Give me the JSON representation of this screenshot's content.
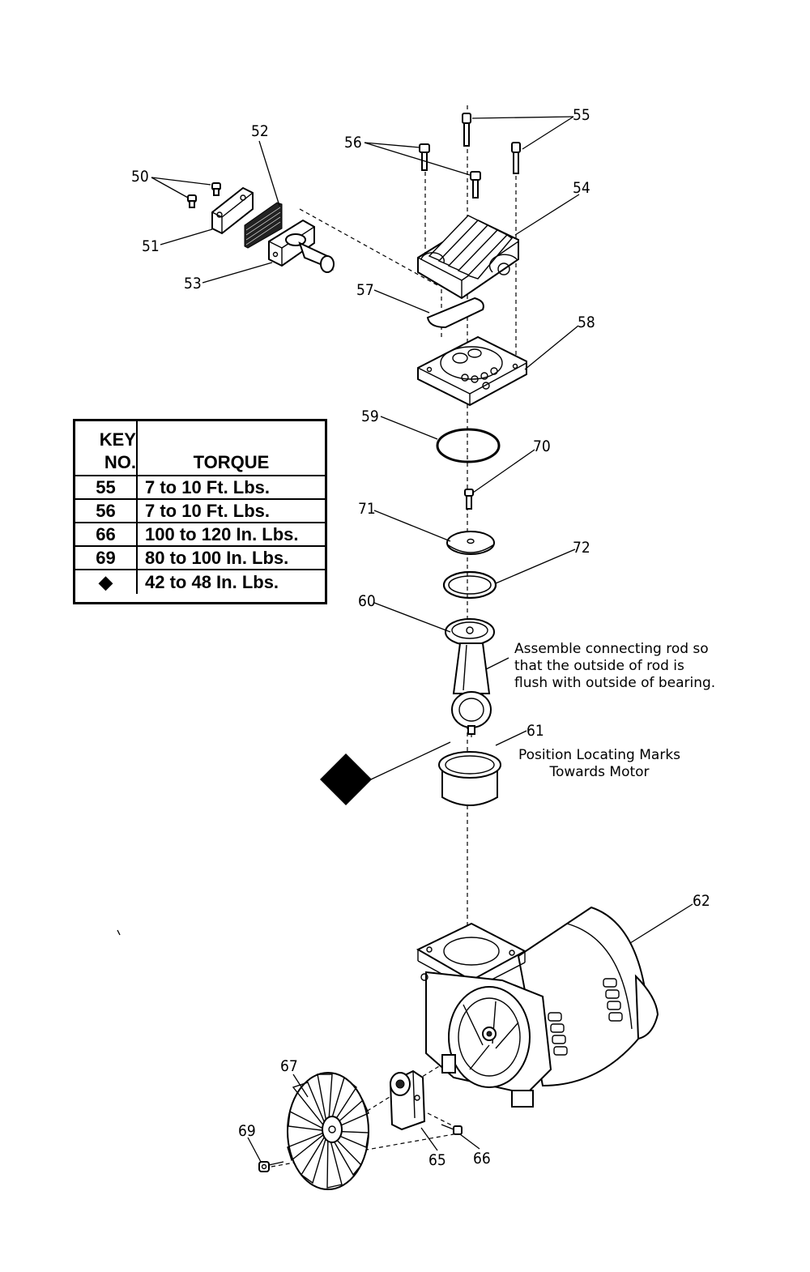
{
  "callouts": {
    "c50": "50",
    "c51": "51",
    "c52": "52",
    "c53": "53",
    "c54": "54",
    "c55": "55",
    "c56": "56",
    "c57": "57",
    "c58": "58",
    "c59": "59",
    "c60": "60",
    "c61": "61",
    "c62": "62",
    "c65": "65",
    "c66": "66",
    "c67": "67",
    "c69": "69",
    "c70": "70",
    "c71": "71",
    "c72": "72"
  },
  "notes": {
    "connecting_rod": [
      "Assemble connecting rod so",
      "that the outside of rod is",
      "flush with outside of bearing."
    ],
    "locating_marks": [
      "Position Locating Marks",
      "Towards Motor"
    ]
  },
  "torque_table": {
    "header_key": [
      "KEY",
      "NO."
    ],
    "header_torque": "TORQUE",
    "rows": [
      {
        "key": "55",
        "torque": "7 to 10 Ft. Lbs."
      },
      {
        "key": "56",
        "torque": "7 to 10 Ft. Lbs."
      },
      {
        "key": "66",
        "torque": "100 to 120 In. Lbs."
      },
      {
        "key": "69",
        "torque": "80 to 100 In. Lbs."
      },
      {
        "key": "◆",
        "torque": "42 to 48 In. Lbs."
      }
    ]
  }
}
